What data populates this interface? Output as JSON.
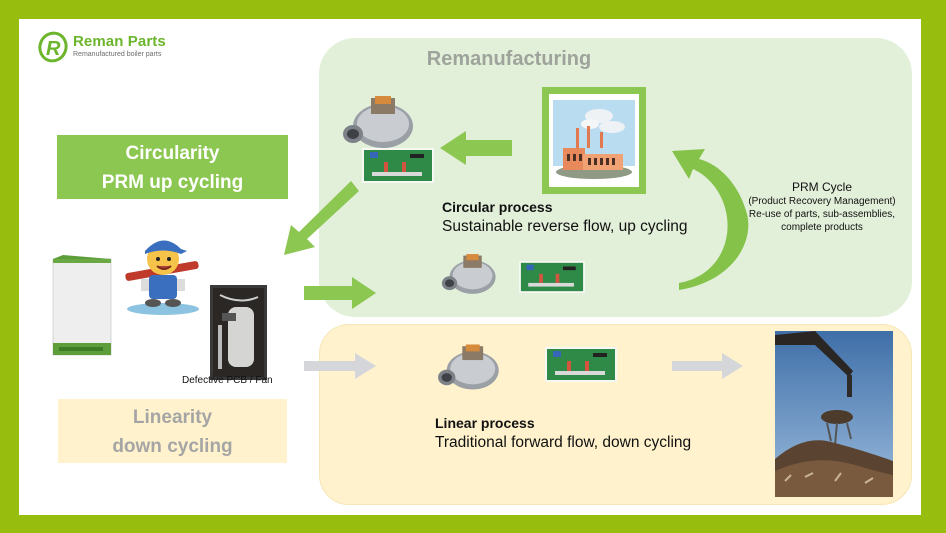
{
  "logo": {
    "name": "Reman Parts",
    "tagline": "Remanufactured boiler parts",
    "icon": "logo-r-icon",
    "brand_color": "#6cb52d"
  },
  "frame_color": "#97bd0e",
  "sections": {
    "remanufacturing": {
      "title": "Remanufacturing",
      "background": "#e2efd9",
      "icon": "factory-icon"
    },
    "circularity_badge": {
      "line1": "Circularity",
      "line2": "PRM up cycling",
      "background": "#8cc751"
    },
    "linearity_badge": {
      "line1": "Linearity",
      "line2": "down cycling",
      "background": "#fff2cc"
    },
    "circular_process": {
      "heading": "Circular process",
      "description": "Sustainable reverse flow, up cycling"
    },
    "linear_process": {
      "heading": "Linear process",
      "description": "Traditional forward flow, down cycling",
      "background": "#fff2cc",
      "icon": "scrap-crane-photo"
    },
    "prm_cycle": {
      "title": "PRM Cycle",
      "subtitle": "(Product Recovery Management)",
      "line1": "Re-use of parts, sub-assemblies,",
      "line2": "complete products"
    },
    "defective": {
      "label": "Defective PCB / Fan",
      "icons": [
        "boiler-icon",
        "plumber-mascot-icon",
        "boiler-interior-photo"
      ]
    }
  },
  "arrow_colors": {
    "circular": "#8cc751",
    "linear": "#d0d2d6"
  }
}
